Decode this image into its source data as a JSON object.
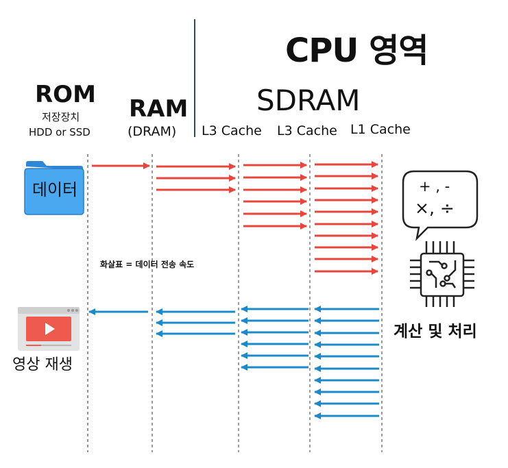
{
  "title": "CPU 영역",
  "storage": {
    "rom_label": "ROM",
    "rom_sub1": "저장장치",
    "rom_sub2": "HDD or SSD",
    "ram_label": "RAM",
    "ram_sub": "(DRAM)",
    "sdram_label": "SDRAM",
    "cache_labels": [
      "L3 Cache",
      "L3 Cache",
      "L1 Cache"
    ]
  },
  "folder_label": "데이터",
  "legend": "화살표 = 데이터 전송 속도",
  "video_label": "영상 재생",
  "compute_label": "계산 및 처리",
  "operators": {
    "line1": "+ , -",
    "line2": "×, ÷"
  },
  "colors": {
    "red_arrow": "#e8453c",
    "blue_arrow": "#1c8ac9",
    "folder": "#4aa8f0"
  },
  "icons": [
    "folder-icon",
    "video-player-icon",
    "speech-bubble-icon",
    "cpu-chip-icon"
  ],
  "arrow_counts": {
    "red": {
      "rom_to_ram": 1,
      "ram_to_l3": 3,
      "l3_to_l3": 6,
      "l3_to_l1": 10
    },
    "blue": {
      "ram_to_rom": 1,
      "l3_to_ram": 3,
      "l3_to_l3": 6,
      "l1_to_l3": 10
    }
  }
}
